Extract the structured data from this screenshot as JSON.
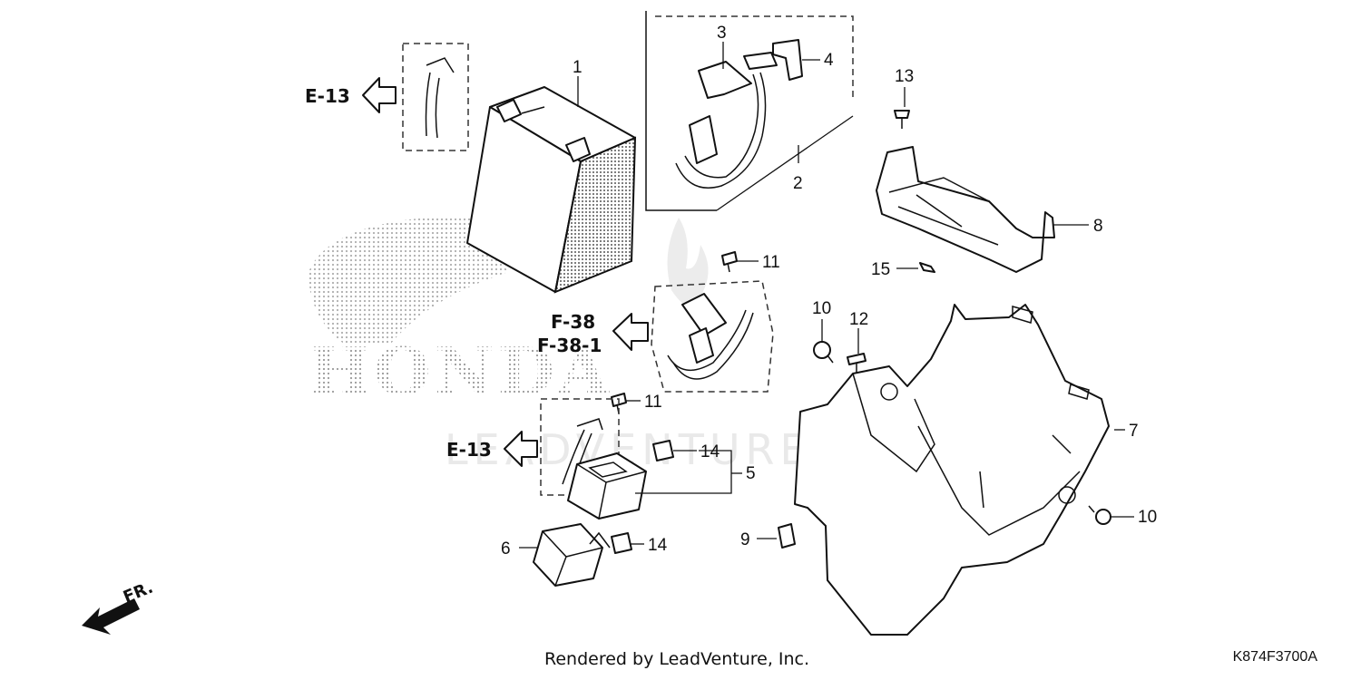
{
  "watermark": {
    "brand": "HONDA",
    "site": "LEADVENTURE"
  },
  "credit": "Rendered by LeadVenture, Inc.",
  "diagram_code": "K874F3700A",
  "front_marker": "FR.",
  "references": {
    "e13_top": "E-13",
    "e13_bottom": "E-13",
    "f38": "F-38",
    "f38_1": "F-38-1"
  },
  "callouts": {
    "c1": "1",
    "c2": "2",
    "c3": "3",
    "c4": "4",
    "c5": "5",
    "c6": "6",
    "c7": "7",
    "c8": "8",
    "c9": "9",
    "c10a": "10",
    "c10b": "10",
    "c11a": "11",
    "c11b": "11",
    "c12": "12",
    "c13": "13",
    "c14a": "14",
    "c14b": "14",
    "c15": "15"
  }
}
